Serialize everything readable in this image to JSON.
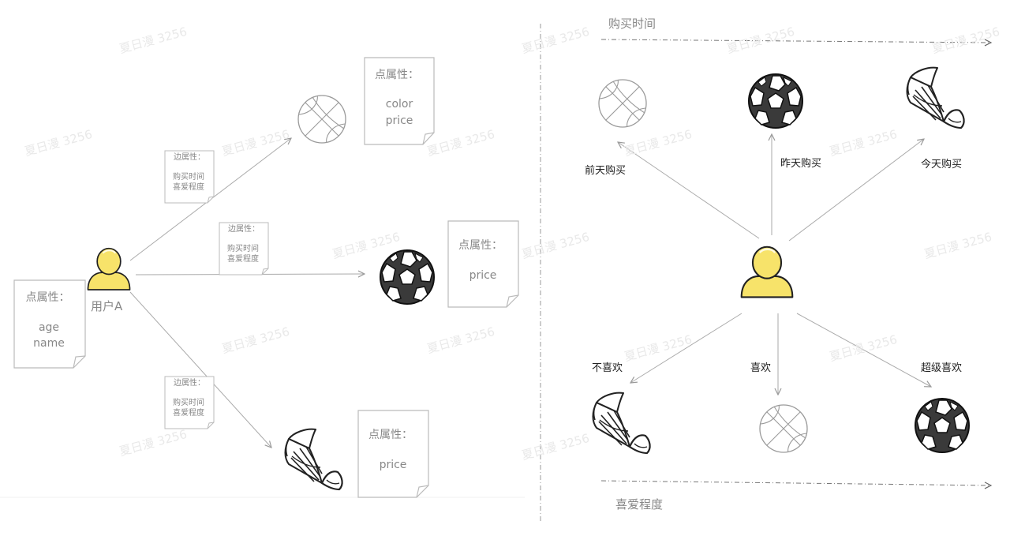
{
  "watermark": "夏日漫 3256",
  "left": {
    "user_label": "用户A",
    "user_props": {
      "title": "点属性：",
      "lines": [
        "age",
        "name"
      ]
    },
    "basketball_props": {
      "title": "点属性：",
      "lines": [
        "color",
        "price"
      ]
    },
    "football_props": {
      "title": "点属性：",
      "lines": [
        "price"
      ]
    },
    "shuttle_props": {
      "title": "点属性：",
      "lines": [
        "price"
      ]
    },
    "edge_note_1": {
      "title": "边属性：",
      "lines": [
        "购买时间",
        "喜爱程度"
      ]
    },
    "edge_note_2": {
      "title": "边属性：",
      "lines": [
        "购买时间",
        "喜爱程度"
      ]
    },
    "edge_note_3": {
      "title": "边属性：",
      "lines": [
        "购买时间",
        "喜爱程度"
      ]
    }
  },
  "right": {
    "top_axis": "购买时间",
    "bottom_axis": "喜爱程度",
    "labels": {
      "day_before": "前天购买",
      "yesterday": "昨天购买",
      "today": "今天购买",
      "dislike": "不喜欢",
      "like": "喜欢",
      "super_like": "超级喜欢"
    }
  },
  "colors": {
    "user_fill": "#f7e36a",
    "line": "#9a9a9a",
    "icon_stroke": "#222222"
  }
}
